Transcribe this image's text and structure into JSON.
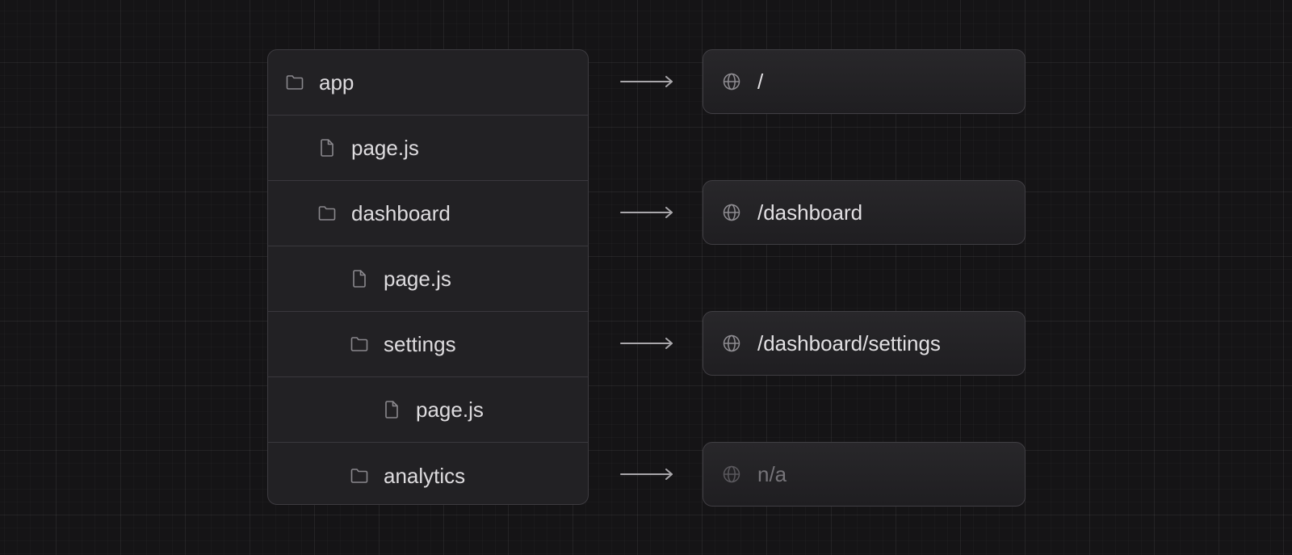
{
  "tree": {
    "rows": [
      {
        "label": "app",
        "icon": "folder-icon"
      },
      {
        "label": "page.js",
        "icon": "file-icon"
      },
      {
        "label": "dashboard",
        "icon": "folder-icon"
      },
      {
        "label": "page.js",
        "icon": "file-icon"
      },
      {
        "label": "settings",
        "icon": "folder-icon"
      },
      {
        "label": "page.js",
        "icon": "file-icon"
      },
      {
        "label": "analytics",
        "icon": "folder-icon"
      }
    ]
  },
  "routes": [
    {
      "path": "/",
      "icon": "globe-icon",
      "maps_to_row": "app"
    },
    {
      "path": "/dashboard",
      "icon": "globe-icon",
      "maps_to_row": "dashboard"
    },
    {
      "path": "/dashboard/settings",
      "icon": "globe-icon",
      "maps_to_row": "settings"
    },
    {
      "path": "n/a",
      "icon": "globe-icon",
      "maps_to_row": "analytics",
      "muted": true
    }
  ],
  "colors": {
    "background": "#151416",
    "panel": "#222124",
    "text": "#dedcdf",
    "muted_text": "#767479"
  }
}
